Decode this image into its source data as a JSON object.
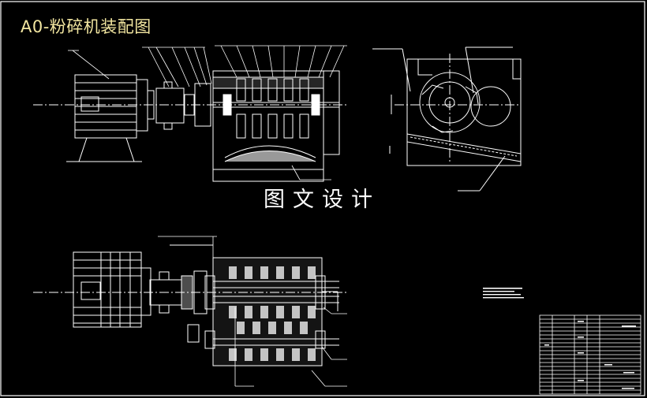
{
  "drawing": {
    "title": "A0-粉碎机装配图",
    "watermark": "图文设计"
  },
  "colors": {
    "background": "#000000",
    "line": "#ffffff",
    "title": "#f2e6a0",
    "frame": "#ffffff"
  },
  "views": [
    "front-view",
    "side-view",
    "top-view"
  ],
  "title_block": {
    "rows": 20,
    "columns": 4
  }
}
